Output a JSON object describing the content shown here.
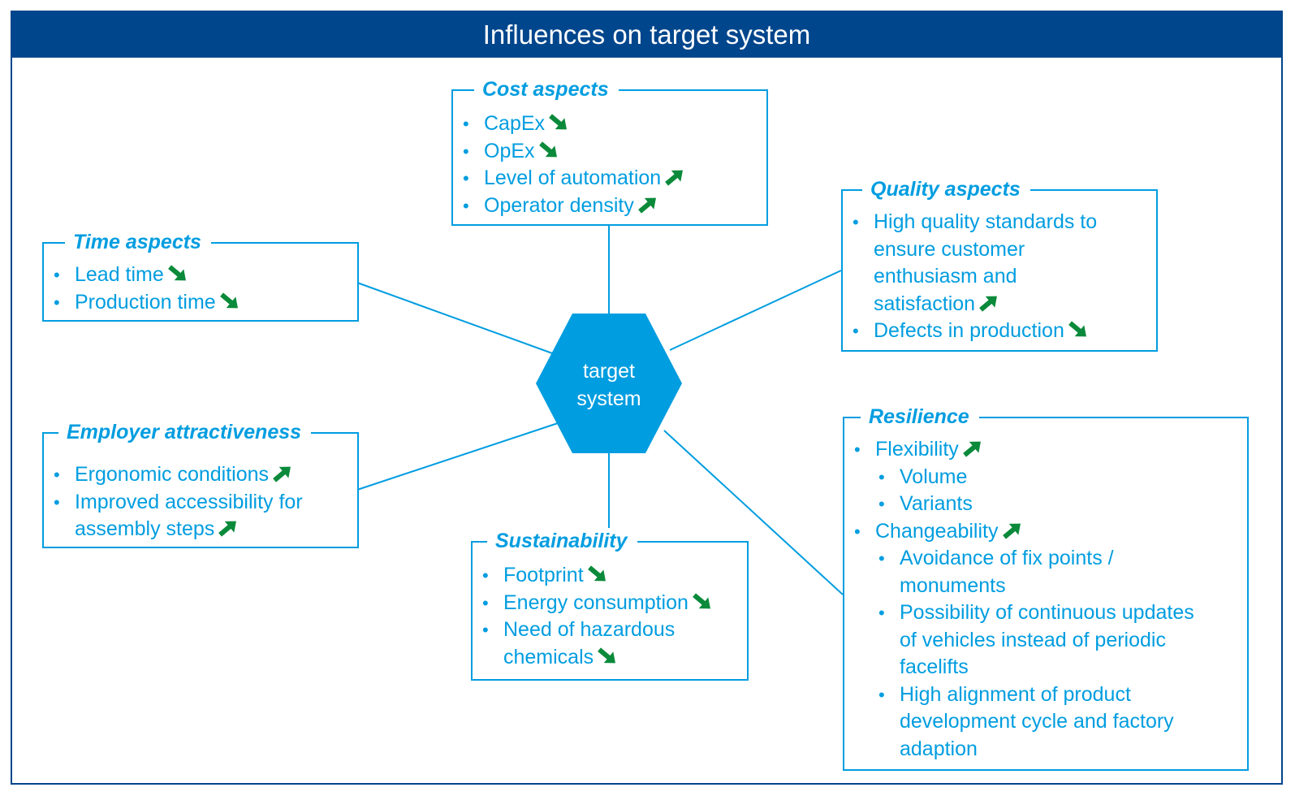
{
  "title": "Influences on target system",
  "colors": {
    "header_bg": "#00468c",
    "accent": "#009de0",
    "arrow": "#0a8a3a",
    "hex_fill": "#009de0"
  },
  "center": {
    "line1": "target",
    "line2": "system"
  },
  "boxes": {
    "cost": {
      "title": "Cost aspects",
      "items": [
        {
          "text": "CapEx",
          "trend": "down"
        },
        {
          "text": "OpEx",
          "trend": "down"
        },
        {
          "text": "Level of automation",
          "trend": "up"
        },
        {
          "text": "Operator density",
          "trend": "up"
        }
      ]
    },
    "time": {
      "title": "Time aspects",
      "items": [
        {
          "text": "Lead time",
          "trend": "down"
        },
        {
          "text": "Production time",
          "trend": "down"
        }
      ]
    },
    "quality": {
      "title": "Quality aspects",
      "items": [
        {
          "text_lines": [
            "High quality standards to",
            "ensure customer",
            "enthusiasm and",
            "satisfaction"
          ],
          "trend": "up"
        },
        {
          "text": "Defects in production",
          "trend": "down"
        }
      ]
    },
    "employer": {
      "title": "Employer attractiveness",
      "items": [
        {
          "text": "Ergonomic conditions",
          "trend": "up"
        },
        {
          "text_lines": [
            "Improved accessibility for",
            "assembly steps"
          ],
          "trend": "up"
        }
      ]
    },
    "sustainability": {
      "title": "Sustainability",
      "items": [
        {
          "text": "Footprint",
          "trend": "down"
        },
        {
          "text": "Energy consumption",
          "trend": "down"
        },
        {
          "text_lines": [
            "Need of hazardous",
            "chemicals"
          ],
          "trend": "down"
        }
      ]
    },
    "resilience": {
      "title": "Resilience",
      "items": [
        {
          "text": "Flexibility",
          "trend": "up",
          "level": 1
        },
        {
          "text": "Volume",
          "level": 2
        },
        {
          "text": "Variants",
          "level": 2
        },
        {
          "text": "Changeability",
          "trend": "up",
          "level": 1
        },
        {
          "text_lines": [
            "Avoidance of fix points /",
            "monuments"
          ],
          "level": 2
        },
        {
          "text_lines": [
            "Possibility of continuous updates",
            "of vehicles instead of periodic",
            "facelifts"
          ],
          "level": 2
        },
        {
          "text_lines": [
            "High alignment of product",
            "development cycle and factory",
            "adaption"
          ],
          "level": 2
        }
      ]
    }
  }
}
